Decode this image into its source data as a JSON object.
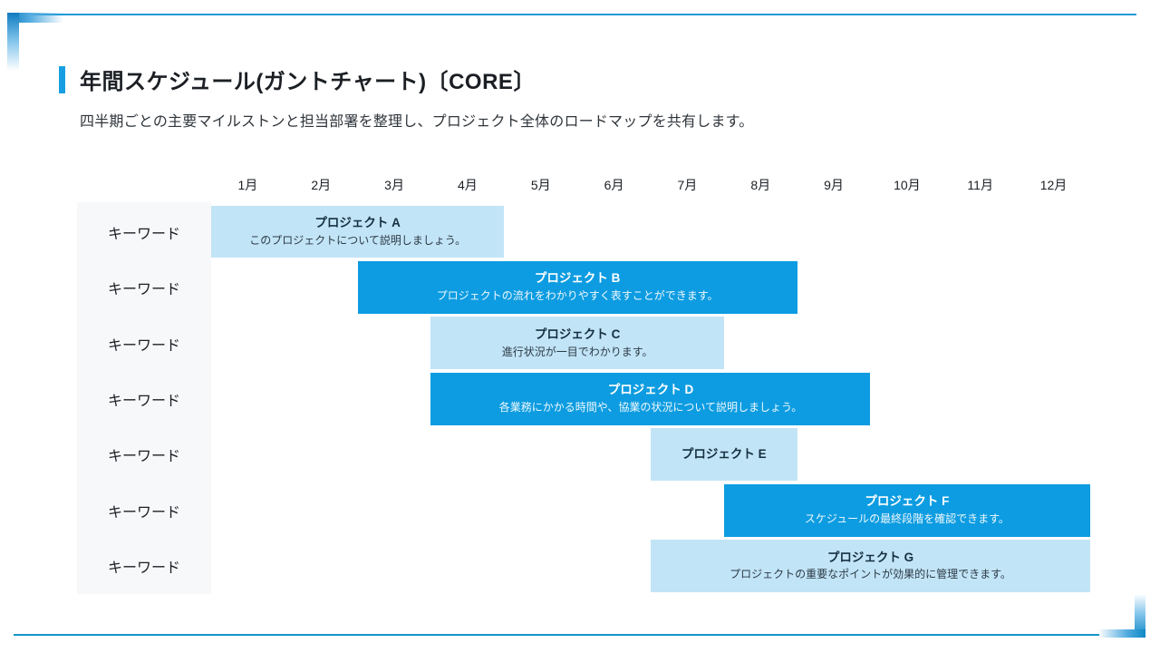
{
  "slide": {
    "title": "年間スケジュール(ガントチャート)〔CORE〕",
    "subtitle": "四半期ごとの主要マイルストンと担当部署を整理し、プロジェクト全体のロードマップを共有します。"
  },
  "colors": {
    "accent": "#189fe3",
    "top_line": "#1d9ad8",
    "bottom_line": "#1795c9",
    "bar_dark": "#0d9ce1",
    "bar_light": "#c2e4f7",
    "label_column_bg": "#f7f8f9"
  },
  "chart_data": {
    "type": "gantt",
    "title": "年間スケジュール(ガントチャート)〔CORE〕",
    "x_axis": "month",
    "months": [
      "1月",
      "2月",
      "3月",
      "4月",
      "5月",
      "6月",
      "7月",
      "8月",
      "9月",
      "10月",
      "11月",
      "12月"
    ],
    "x_range": [
      1,
      12
    ],
    "grid": false,
    "rows": [
      {
        "label": "キーワード",
        "project": "プロジェクト A",
        "description": "このプロジェクトについて説明しましょう。",
        "start_month": 1,
        "end_month": 4,
        "style": "light"
      },
      {
        "label": "キーワード",
        "project": "プロジェクト B",
        "description": "プロジェクトの流れをわかりやすく表すことができます。",
        "start_month": 3,
        "end_month": 8,
        "style": "dark"
      },
      {
        "label": "キーワード",
        "project": "プロジェクト C",
        "description": "進行状況が一目でわかります。",
        "start_month": 4,
        "end_month": 7,
        "style": "light"
      },
      {
        "label": "キーワード",
        "project": "プロジェクト D",
        "description": "各業務にかかる時間や、協業の状況について説明しましょう。",
        "start_month": 4,
        "end_month": 9,
        "style": "dark"
      },
      {
        "label": "キーワード",
        "project": "プロジェクト E",
        "description": "",
        "start_month": 7,
        "end_month": 8,
        "style": "light"
      },
      {
        "label": "キーワード",
        "project": "プロジェクト F",
        "description": "スケジュールの最終段階を確認できます。",
        "start_month": 8,
        "end_month": 12,
        "style": "dark"
      },
      {
        "label": "キーワード",
        "project": "プロジェクト G",
        "description": "プロジェクトの重要なポイントが効果的に管理できます。",
        "start_month": 7,
        "end_month": 12,
        "style": "light"
      }
    ]
  }
}
